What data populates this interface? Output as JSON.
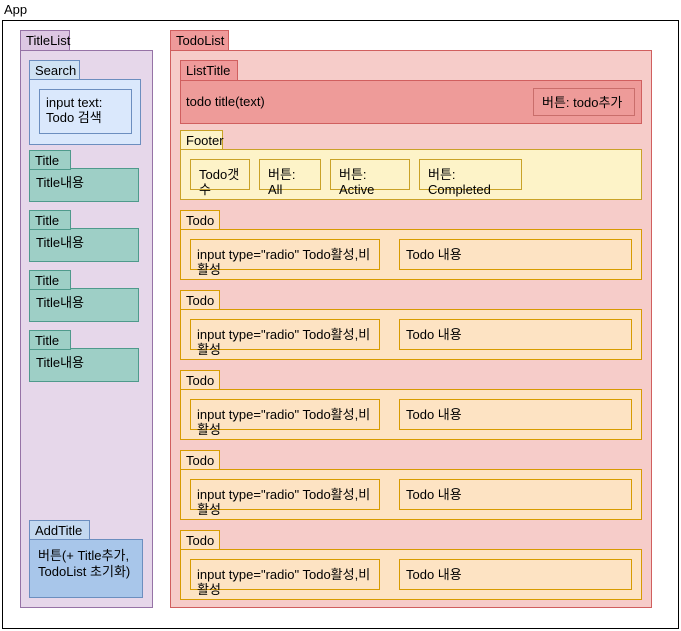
{
  "app": {
    "label": "App"
  },
  "title_list": {
    "tab_label": "TitleList",
    "search": {
      "tab_label": "Search",
      "input_label": "input text: Todo 검색"
    },
    "items": [
      {
        "tab_label": "Title",
        "content_label": "Title내용"
      },
      {
        "tab_label": "Title",
        "content_label": "Title내용"
      },
      {
        "tab_label": "Title",
        "content_label": "Title내용"
      },
      {
        "tab_label": "Title",
        "content_label": "Title내용"
      }
    ],
    "add_title": {
      "tab_label": "AddTitle",
      "button_label": "버튼(+ Title추가, TodoList 초기화)"
    }
  },
  "todo_list": {
    "tab_label": "TodoList",
    "list_title": {
      "tab_label": "ListTitle",
      "title_text": "todo title(text)",
      "add_button_label": "버튼: todo추가"
    },
    "footer": {
      "tab_label": "Footer",
      "buttons": [
        "Todo갯수",
        "버튼: All",
        "버튼: Active",
        "버튼: Completed"
      ]
    },
    "todos": [
      {
        "tab_label": "Todo",
        "radio_label": "input type=\"radio\" Todo활성,비활성",
        "content_label": "Todo 내용"
      },
      {
        "tab_label": "Todo",
        "radio_label": "input type=\"radio\" Todo활성,비활성",
        "content_label": "Todo 내용"
      },
      {
        "tab_label": "Todo",
        "radio_label": "input type=\"radio\" Todo활성,비활성",
        "content_label": "Todo 내용"
      },
      {
        "tab_label": "Todo",
        "radio_label": "input type=\"radio\" Todo활성,비활성",
        "content_label": "Todo 내용"
      },
      {
        "tab_label": "Todo",
        "radio_label": "input type=\"radio\" Todo활성,비활성",
        "content_label": "Todo 내용"
      }
    ]
  },
  "colors": {
    "app_border": "#000000",
    "title_list_fill": "#e6d7ea",
    "title_list_border": "#9673a6",
    "search_fill": "#dae8fc",
    "search_border": "#6c8ebf",
    "title_fill": "#9ecfc6",
    "title_border": "#4f9a8c",
    "add_title_fill": "#a8c6ea",
    "todo_list_fill": "#f6ccc9",
    "todo_list_border": "#d05f5f",
    "list_title_fill": "#ee9b99",
    "footer_fill": "#fdf3c8",
    "footer_border": "#c9a227",
    "todo_fill": "#fde3c3",
    "todo_border": "#d79b00"
  }
}
